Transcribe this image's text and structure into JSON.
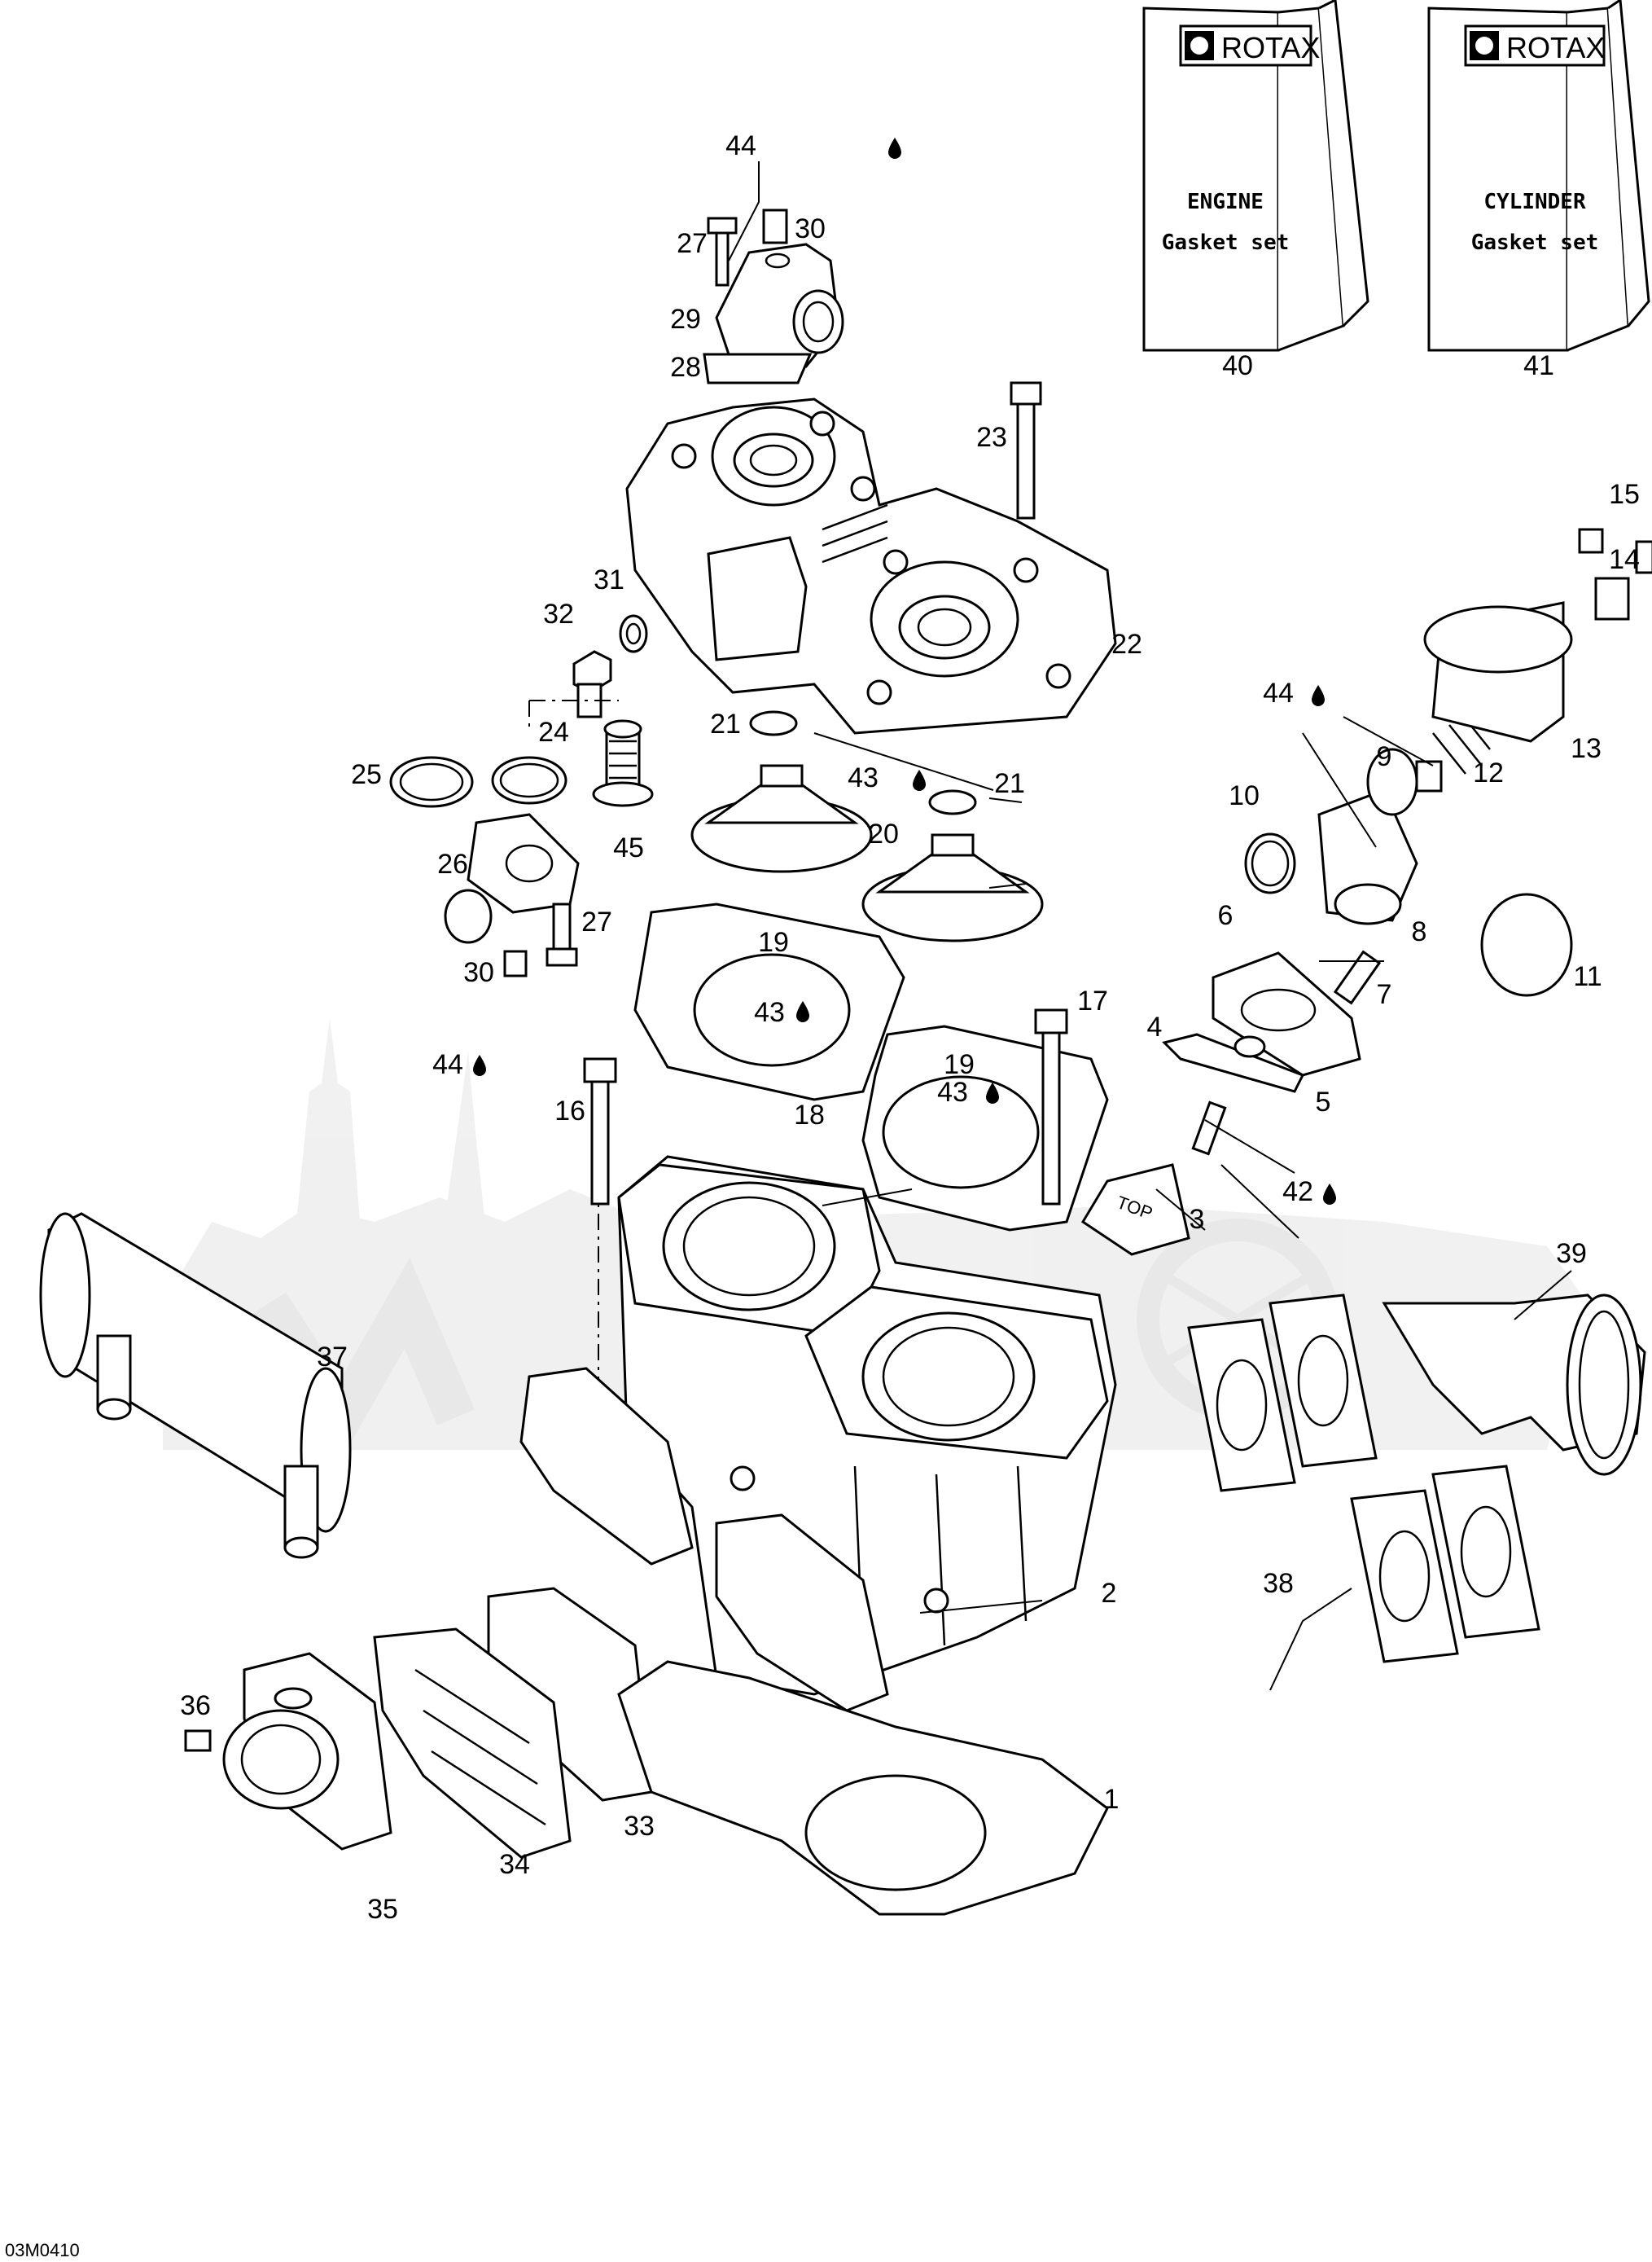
{
  "diagram_code": "03M0410",
  "kits": [
    {
      "number": "40",
      "brand": "ROTAX",
      "line1": "ENGINE",
      "line2": "Gasket set"
    },
    {
      "number": "41",
      "brand": "ROTAX",
      "line1": "CYLINDER",
      "line2": "Gasket set"
    }
  ],
  "callouts": {
    "c1": "1",
    "c2": "2",
    "c3": "3",
    "c4": "4",
    "c5": "5",
    "c6": "6",
    "c7": "7",
    "c8": "8",
    "c9": "9",
    "c10": "10",
    "c11": "11",
    "c12": "12",
    "c13": "13",
    "c14": "14",
    "c15": "15",
    "c16": "16",
    "c17": "17",
    "c18": "18",
    "c19a": "19",
    "c19b": "19",
    "c20": "20",
    "c21a": "21",
    "c21b": "21",
    "c22": "22",
    "c23": "23",
    "c24": "24",
    "c25": "25",
    "c26": "26",
    "c27a": "27",
    "c27b": "27",
    "c28": "28",
    "c29": "29",
    "c30a": "30",
    "c30b": "30",
    "c31": "31",
    "c32": "32",
    "c33": "33",
    "c34": "34",
    "c35": "35",
    "c36": "36",
    "c37": "37",
    "c38": "38",
    "c39": "39",
    "c42": "42",
    "c43a": "43",
    "c43b": "43",
    "c43c": "43",
    "c44a": "44",
    "c44b": "44",
    "c44c": "44",
    "c45": "45"
  },
  "small_text": {
    "top_mark": "TOP"
  },
  "icons": {
    "oil_drop": "oil-drop-icon",
    "brand_logo": "brp-logo-icon"
  }
}
